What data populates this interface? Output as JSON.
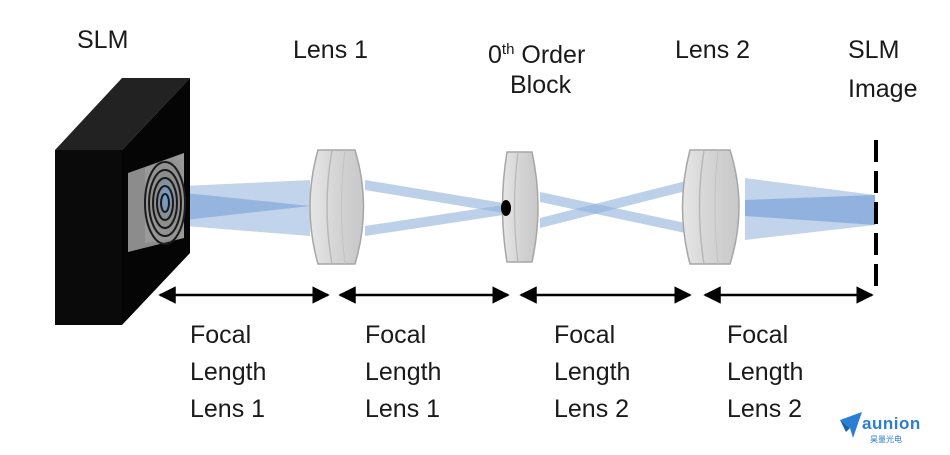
{
  "labels": {
    "slm": "SLM",
    "lens1": "Lens 1",
    "order_block_sup_base": "0",
    "order_block_sup": "th",
    "order_block_line1_rest": " Order",
    "order_block_line2": "Block",
    "lens2": "Lens 2",
    "slm_image_line1": "SLM",
    "slm_image_line2": "Image"
  },
  "focal_labels": [
    {
      "line1": "Focal",
      "line2": "Length",
      "line3": "Lens 1"
    },
    {
      "line1": "Focal",
      "line2": "Length",
      "line3": "Lens 1"
    },
    {
      "line1": "Focal",
      "line2": "Length",
      "line3": "Lens 2"
    },
    {
      "line1": "Focal",
      "line2": "Length",
      "line3": "Lens 2"
    }
  ],
  "logo": {
    "text": "aunion",
    "subtext": "昊量光电"
  },
  "colors": {
    "beam": "#8fb0dc",
    "beam_dense": "#5f8fcf",
    "lens_fill": "#d9d9d9",
    "lens_stroke": "#a6a6a6",
    "slm_body": "#0a0a0a",
    "arrow": "#000000",
    "logo": "#2a7fd4"
  }
}
